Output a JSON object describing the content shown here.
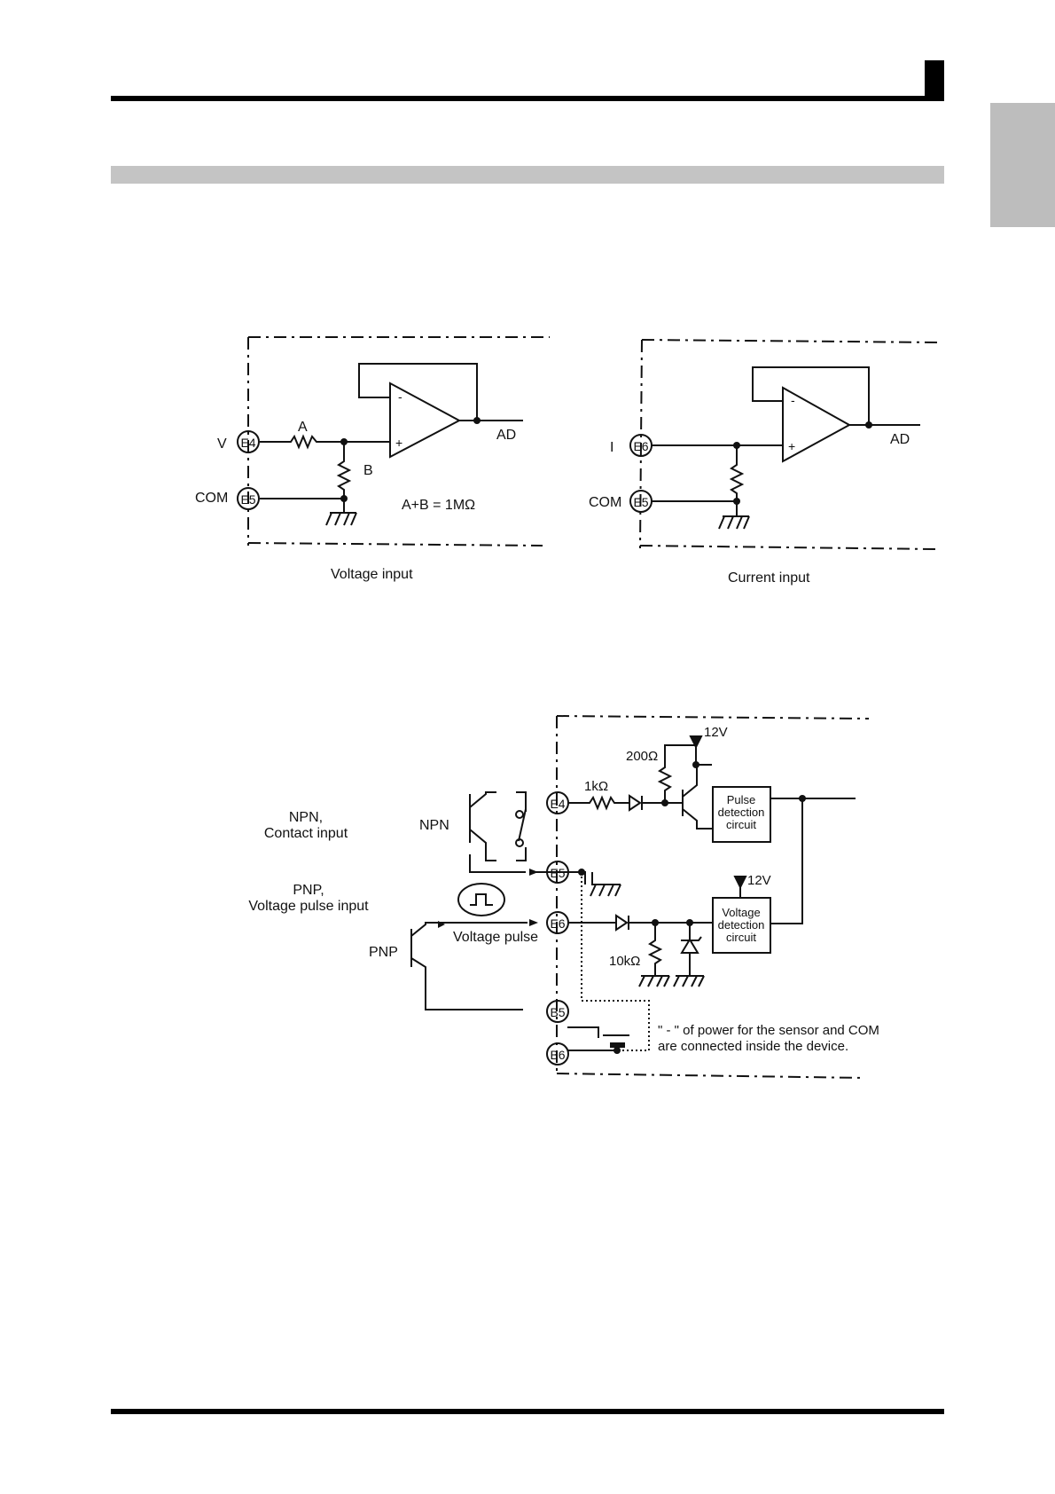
{
  "colors": {
    "rule": "#000000",
    "section_bar": "#c4c4c4",
    "edge_tab": "#bdbdbd",
    "line": "#111111"
  },
  "voltage_diagram": {
    "caption": "Voltage input",
    "label_v": "V",
    "label_com": "COM",
    "terminal_e4": "E4",
    "terminal_e5": "E5",
    "resistor_a": "A",
    "resistor_b": "B",
    "formula": "A+B = 1MΩ",
    "output": "AD",
    "op_minus": "-",
    "op_plus": "+"
  },
  "current_diagram": {
    "caption": "Current input",
    "label_i": "I",
    "label_com": "COM",
    "terminal_e6": "E6",
    "terminal_e5": "E5",
    "output": "AD",
    "op_minus": "-",
    "op_plus": "+"
  },
  "pulse_diagram": {
    "npn_title_1": "NPN,",
    "npn_title_2": "Contact input",
    "pnp_title_1": "PNP,",
    "pnp_title_2": "Voltage pulse input",
    "npn_label": "NPN",
    "pnp_label": "PNP",
    "voltage_pulse_label": "Voltage pulse",
    "terminal_e4": "E4",
    "terminal_e5": "E5",
    "terminal_e6": "E6",
    "terminal_b5": "B5",
    "terminal_b6": "B6",
    "r_1k": "1kΩ",
    "r_200": "200Ω",
    "r_10k": "10kΩ",
    "v12_top": "12V",
    "v12_mid": "12V",
    "pulse_block_1": "Pulse",
    "pulse_block_2": "detection",
    "pulse_block_3": "circuit",
    "voltage_block_1": "Voltage",
    "voltage_block_2": "detection",
    "voltage_block_3": "circuit",
    "note_1": "\" - \" of power for the sensor and COM",
    "note_2": "are connected inside the device."
  }
}
